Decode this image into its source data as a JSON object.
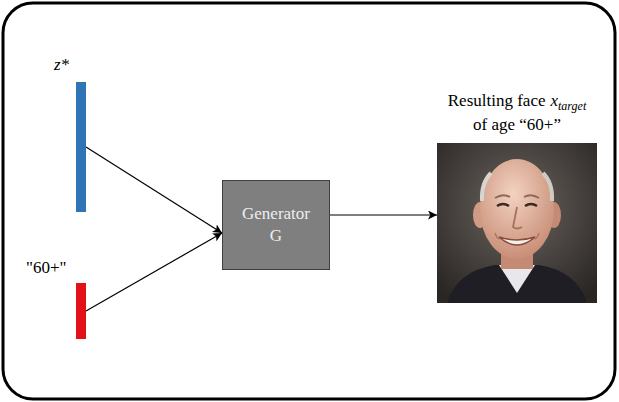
{
  "diagram": {
    "nodes": [
      {
        "text": [
          "z*"
        ]
      },
      {
        "text": [
          "\"60+\""
        ]
      },
      {
        "text": [
          "Generator G"
        ]
      },
      {
        "text": [
          "Resulting face",
          "x",
          "target",
          "of age “60+”"
        ]
      }
    ],
    "edges": [
      {
        "from": 0,
        "to": 2,
        "arrow": "to"
      },
      {
        "from": 1,
        "to": 2,
        "arrow": "to"
      },
      {
        "from": 2,
        "to": 3,
        "arrow": "to"
      }
    ]
  }
}
